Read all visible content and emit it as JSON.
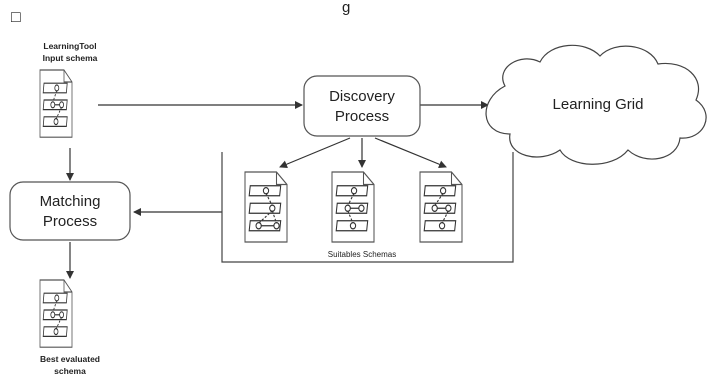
{
  "corner_glyph": "□",
  "header_partial": "g",
  "input_schema_label": [
    "LearningTool",
    "Input schema"
  ],
  "discovery": [
    "Discovery",
    "Process"
  ],
  "matching": [
    "Matching",
    "Process"
  ],
  "learning_grid": "Learning Grid",
  "suitable_schemas": "Suitables Schemas",
  "best_schema_label": [
    "Best evaluated",
    "schema"
  ]
}
